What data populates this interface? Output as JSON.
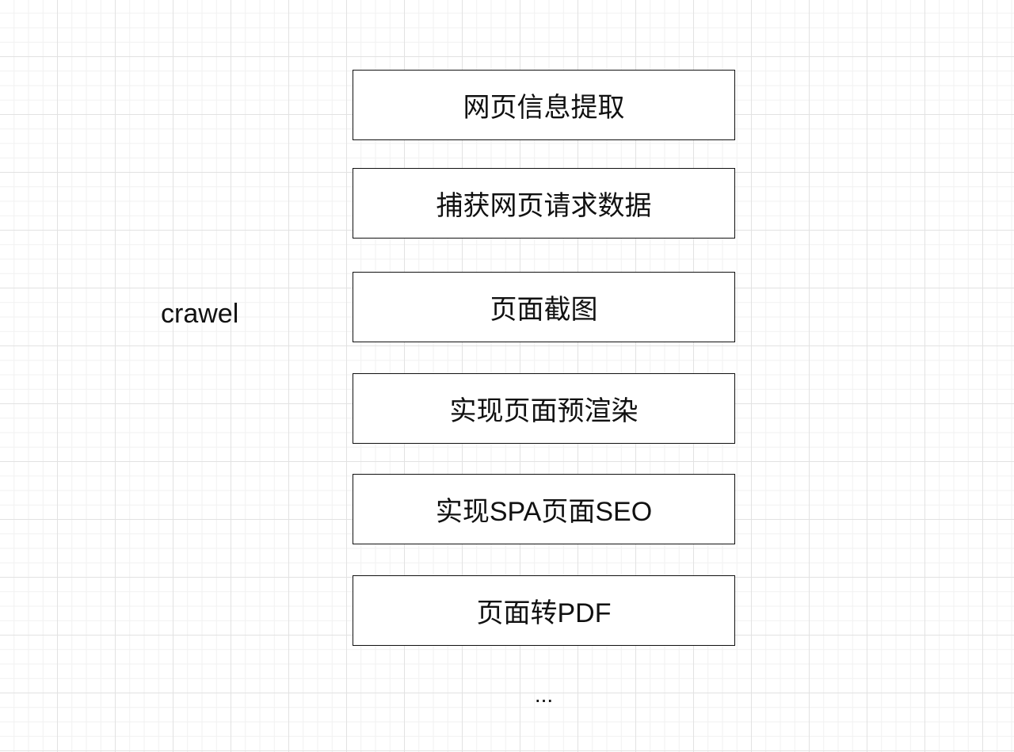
{
  "diagram": {
    "root": {
      "label": "crawel"
    },
    "features": [
      {
        "label": "网页信息提取"
      },
      {
        "label": "捕获网页请求数据"
      },
      {
        "label": "页面截图"
      },
      {
        "label": "实现页面预渲染"
      },
      {
        "label": "实现SPA页面SEO"
      },
      {
        "label": "页面转PDF"
      }
    ],
    "more_indicator": "..."
  }
}
